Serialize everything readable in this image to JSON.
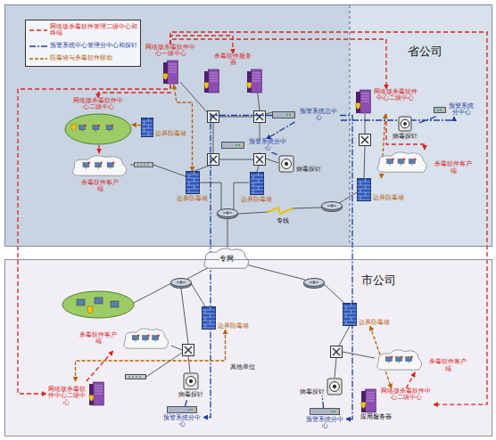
{
  "diagram": {
    "nodes": [
      {
        "text": [
          "省公司"
        ]
      },
      {
        "text": [
          "网络版杀毒软件中心一级中心"
        ],
        "in": 0
      },
      {
        "text": [
          "杀毒软件服务器"
        ],
        "in": 0
      },
      {
        "text": [
          "网络版杀毒软件中心二级中心"
        ],
        "in": 0
      },
      {
        "text": [
          "边界防毒墙"
        ],
        "in": 0
      },
      {
        "text": [
          "杀毒软件客户端"
        ],
        "in": 0
      },
      {
        "text": [
          "预警系统总中心"
        ],
        "in": 0
      },
      {
        "text": [
          "预警系统分中心"
        ],
        "in": 0
      },
      {
        "text": [
          "病毒探针"
        ],
        "in": 0
      },
      {
        "text": [
          "边界防毒墙"
        ],
        "in": 0
      },
      {
        "text": [
          "边界防毒墙"
        ],
        "in": 0
      },
      {
        "text": [
          "网络版杀毒软件中心二级中心"
        ],
        "in": 0
      },
      {
        "text": [
          "预警系统分中心"
        ],
        "in": 0
      },
      {
        "text": [
          "病毒探针"
        ],
        "in": 0
      },
      {
        "text": [
          "杀毒软件客户端"
        ],
        "in": 0
      },
      {
        "text": [
          "边界防毒墙"
        ],
        "in": 0
      },
      {
        "text": [
          "专网"
        ]
      },
      {
        "text": [
          "市公司"
        ]
      },
      {
        "text": [
          "边界防毒墙"
        ],
        "in": 17
      },
      {
        "text": [
          "杀毒软件客户端"
        ],
        "in": 17
      },
      {
        "text": [
          "网络版杀毒软件中心二级中心"
        ],
        "in": 17
      },
      {
        "text": [
          "病毒探针"
        ],
        "in": 17
      },
      {
        "text": [
          "预警系统分中心"
        ],
        "in": 17
      },
      {
        "text": [
          "边界防毒墙"
        ],
        "in": 17
      },
      {
        "text": [
          "杀毒软件客户端"
        ],
        "in": 17
      },
      {
        "text": [
          "病毒探针"
        ],
        "in": 17
      },
      {
        "text": [
          "预警系统分中心"
        ],
        "in": 17
      },
      {
        "text": [
          "网络版杀毒软件中心二级中心",
          "应用服务器"
        ],
        "in": 17
      }
    ],
    "edges": [
      {
        "from": 1,
        "to": 11,
        "arrow": "to"
      },
      {
        "from": 1,
        "to": 2,
        "arrow": "to"
      },
      {
        "from": 1,
        "to": 3,
        "arrow": "to"
      },
      {
        "from": 1,
        "to": 20,
        "arrow": "to"
      },
      {
        "from": 1,
        "to": 27,
        "arrow": "to"
      },
      {
        "from": 3,
        "to": 5,
        "arrow": "to"
      },
      {
        "from": 11,
        "to": 14,
        "arrow": "to"
      },
      {
        "from": 20,
        "to": 19,
        "arrow": "to"
      },
      {
        "from": 27,
        "to": 24,
        "arrow": "to"
      },
      {
        "from": 6,
        "to": 7,
        "arrow": "to"
      },
      {
        "from": 6,
        "to": 12,
        "arrow": "to"
      },
      {
        "from": 6,
        "to": 22,
        "arrow": "to"
      },
      {
        "from": 6,
        "to": 26,
        "arrow": "to"
      },
      {
        "from": 7,
        "to": 8,
        "arrow": "none"
      },
      {
        "from": 12,
        "to": 13,
        "arrow": "none"
      },
      {
        "from": 22,
        "to": 21,
        "arrow": "none"
      },
      {
        "from": 26,
        "to": 25,
        "arrow": "none"
      },
      {
        "from": 4,
        "to": 3,
        "arrow": "to"
      },
      {
        "from": 9,
        "to": 1,
        "arrow": "both"
      },
      {
        "from": 15,
        "to": 11,
        "arrow": "both"
      },
      {
        "from": 18,
        "to": 20,
        "arrow": "both"
      },
      {
        "from": 23,
        "to": 27,
        "arrow": "both"
      }
    ],
    "labels": [
      "专线",
      "其他单位"
    ],
    "legend": [
      {
        "text": "网络版杀毒软件管理二级中心和终端"
      },
      {
        "text": "预警系统中心管理分中心和探针"
      },
      {
        "text": "防毒墙与杀毒软件联动"
      }
    ]
  }
}
